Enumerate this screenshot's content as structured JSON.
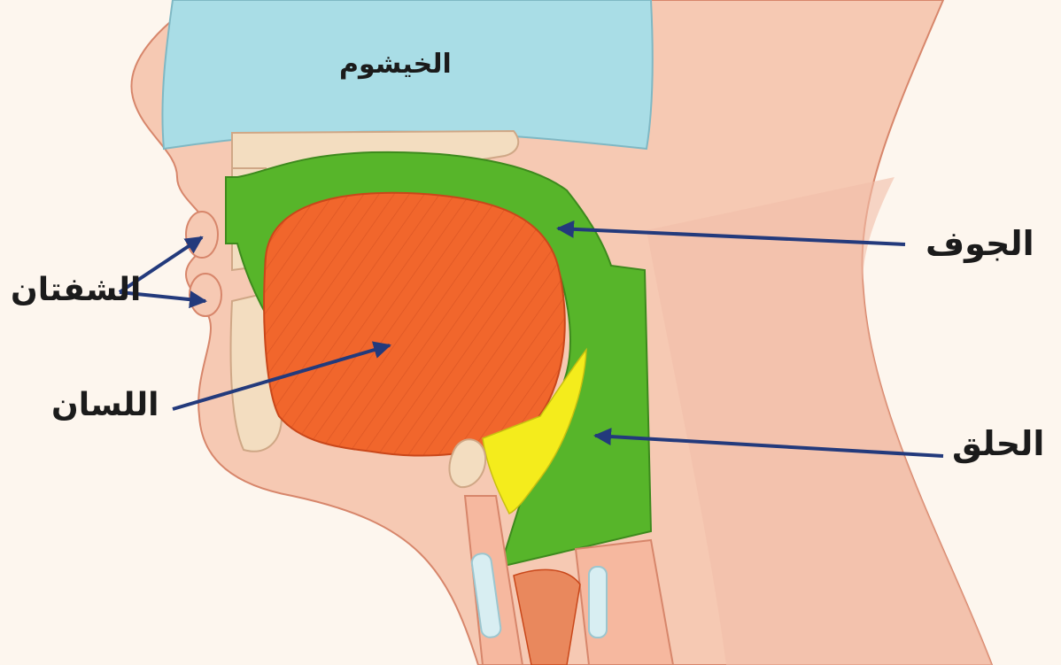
{
  "labels": {
    "nasal_cavity": "الخيشوم",
    "lips": "الشفتان",
    "tongue": "اللسان",
    "oral_cavity": "الجوف",
    "throat": "الحلق"
  },
  "colors": {
    "background": "#fdf6ee",
    "skin": "#f6c9b3",
    "nasal_cavity": "#a9dde6",
    "tongue": "#f1662c",
    "airway": "#57b52a",
    "epiglottis_area": "#f4ec1c",
    "bone": "#f3ddc0",
    "arrow": "#233a7c"
  }
}
